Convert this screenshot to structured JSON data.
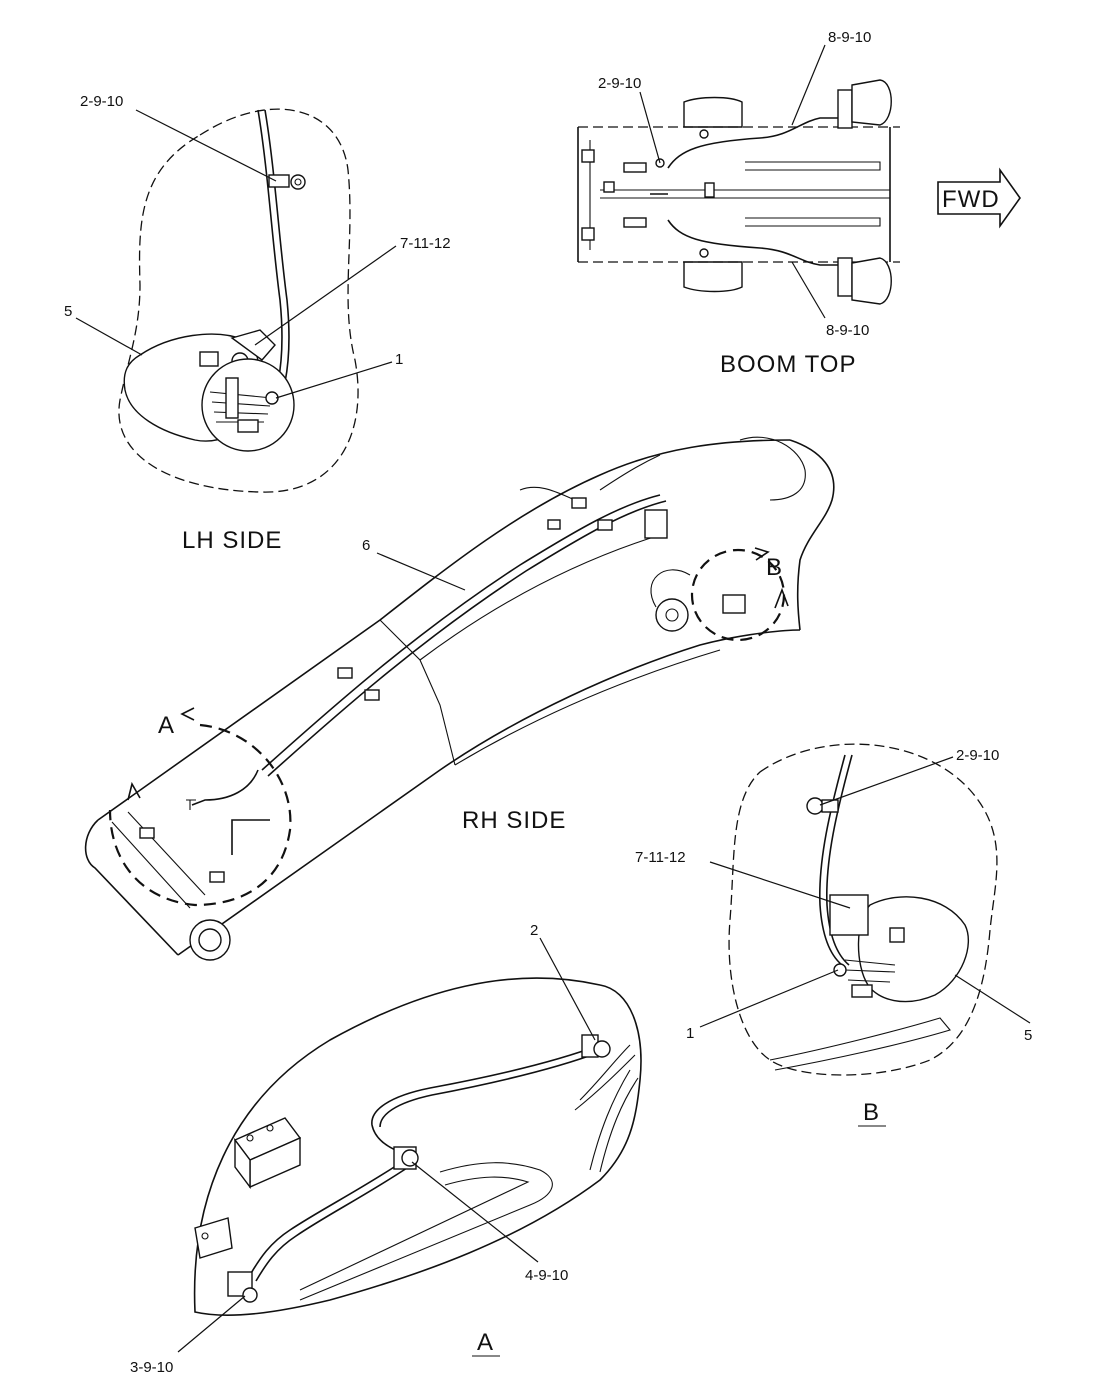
{
  "views": {
    "lh_side": "LH  SIDE",
    "rh_side": "RH  SIDE",
    "boom_top": "BOOM  TOP",
    "detail_a": "A",
    "detail_b": "B",
    "view_marker_a": "A",
    "view_marker_b": "B",
    "fwd": "FWD"
  },
  "callouts": {
    "lh_2_9_10": "2-9-10",
    "lh_7_11_12": "7-11-12",
    "lh_5": "5",
    "lh_1": "1",
    "top_2_9_10": "2-9-10",
    "top_8_9_10_upper": "8-9-10",
    "top_8_9_10_lower": "8-9-10",
    "main_6": "6",
    "b_2_9_10": "2-9-10",
    "b_7_11_12": "7-11-12",
    "b_1": "1",
    "b_5": "5",
    "a_2": "2",
    "a_4_9_10": "4-9-10",
    "a_3_9_10": "3-9-10"
  },
  "icons": [
    "fwd-arrow-icon",
    "lamp-icon",
    "clip-icon",
    "bolt-icon"
  ]
}
